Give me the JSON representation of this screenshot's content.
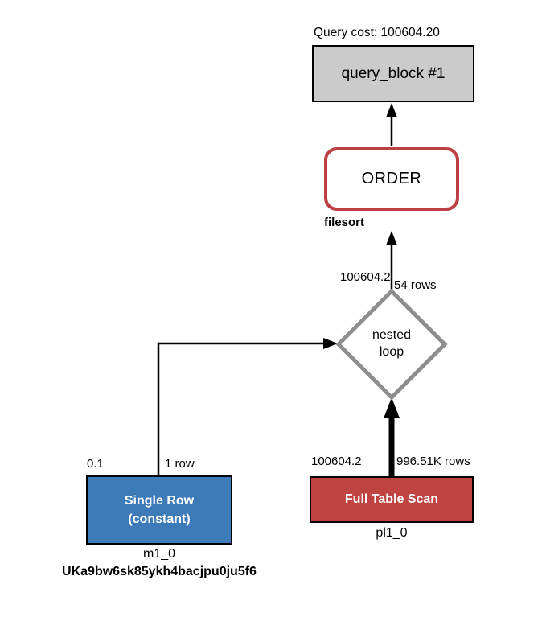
{
  "header": {
    "query_cost_label": "Query cost: 100604.20"
  },
  "nodes": {
    "query_block": {
      "label": "query_block #1"
    },
    "order": {
      "label": "ORDER",
      "note": "filesort"
    },
    "nested_loop": {
      "label_line1": "nested",
      "label_line2": "loop",
      "out_cost": "100604.2",
      "out_rows": "54 rows"
    },
    "single_row": {
      "label_line1": "Single Row",
      "label_line2": "(constant)",
      "cost": "0.1",
      "rows": "1 row",
      "table": "m1_0",
      "key": "UKa9bw6sk85ykh4bacjpu0ju5f6"
    },
    "full_table_scan": {
      "label": "Full Table Scan",
      "cost": "100604.2",
      "rows": "996.51K rows",
      "table": "pl1_0"
    }
  },
  "colors": {
    "query_block_fill": "#cbcbcb",
    "order_border": "#bc4043",
    "single_row_fill": "#3c7ab8",
    "full_table_scan_fill": "#bf4340",
    "nested_loop_border": "#8e8e8e",
    "edge": "#000000"
  }
}
